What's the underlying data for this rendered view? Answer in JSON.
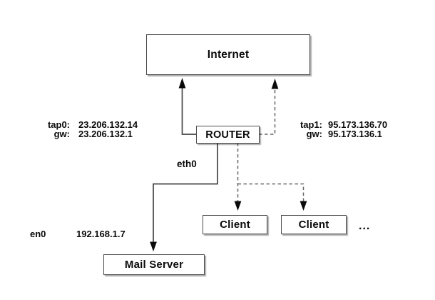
{
  "nodes": {
    "internet": "Internet",
    "router": "ROUTER",
    "mail_server": "Mail Server",
    "client_a": "Client",
    "client_b": "Client",
    "more_clients": "..."
  },
  "interfaces": {
    "tap0": {
      "label": "tap0:",
      "ip": "23.206.132.14"
    },
    "tap0_gw": {
      "label": "gw:",
      "ip": "23.206.132.1"
    },
    "tap1": {
      "label": "tap1:",
      "ip": "95.173.136.70"
    },
    "tap1_gw": {
      "label": "gw:",
      "ip": "95.173.136.1"
    },
    "eth0": {
      "label": "eth0"
    },
    "en0": {
      "label": "en0",
      "ip": "192.168.1.7"
    }
  },
  "colors": {
    "background": "#ffffff",
    "box_border": "#4a4a4a",
    "solid_line": "#444444",
    "dashed_line": "#666666",
    "arrowhead": "#0a0a0a",
    "text": "#0a0a0a"
  }
}
